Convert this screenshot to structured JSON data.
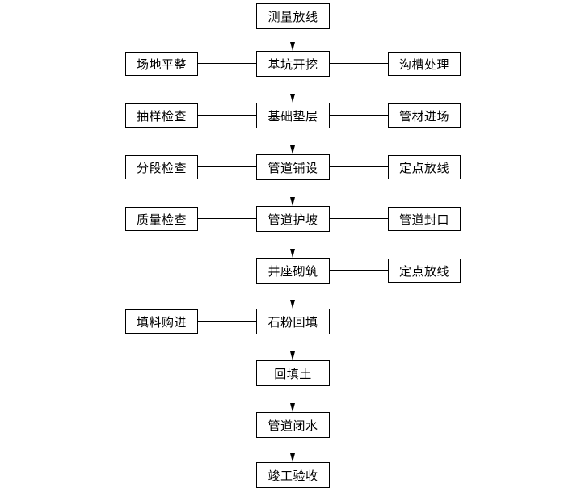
{
  "colors": {
    "background": "#ffffff",
    "box_border": "#000000",
    "box_fill": "#ffffff",
    "text": "#000000",
    "connector": "#000000"
  },
  "flowchart": {
    "description": "pipeline-construction-process-flow",
    "main_steps": [
      "测量放线",
      "基坑开挖",
      "基础垫层",
      "管道铺设",
      "管道护坡",
      "井座砌筑",
      "石粉回填",
      "回填土",
      "管道闭水",
      "竣工验收"
    ],
    "left_steps": [
      "场地平整",
      "抽样检查",
      "分段检查",
      "质量检查",
      "填料购进"
    ],
    "right_steps": [
      "沟槽处理",
      "管材进场",
      "定点放线",
      "管道封口",
      "定点放线"
    ]
  }
}
